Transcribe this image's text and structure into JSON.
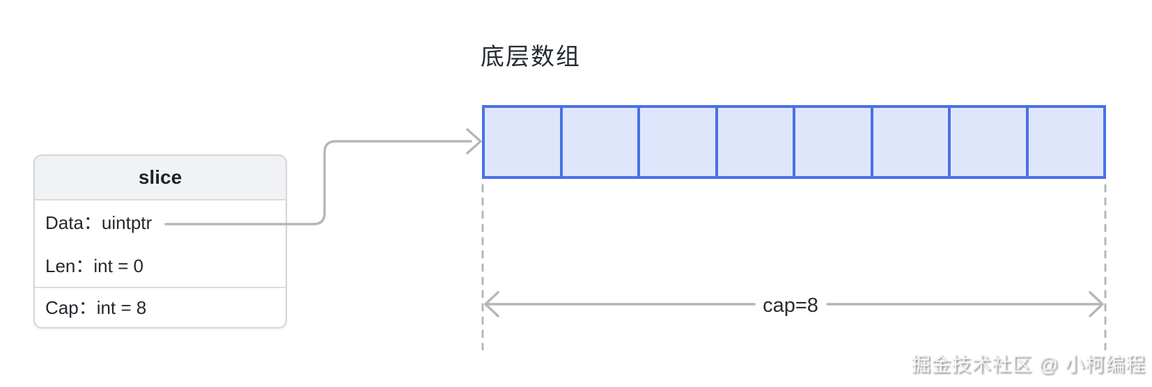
{
  "array": {
    "title": "底层数组",
    "cell_count": 8,
    "cap_label": "cap=8"
  },
  "slice_node": {
    "title": "slice",
    "fields": [
      "Data：uintptr",
      "Len：int = 0",
      "Cap：int = 8"
    ]
  },
  "watermark": {
    "text": "掘金技术社区 @ 小柯编程"
  },
  "colors": {
    "cell_border": "#4b70e6",
    "cell_fill": "#dfe6fb",
    "connector_grey": "#b4b7ba",
    "node_border": "#d3d5d8",
    "node_header_fill": "#f1f2f4",
    "text_dark": "#23282e"
  }
}
